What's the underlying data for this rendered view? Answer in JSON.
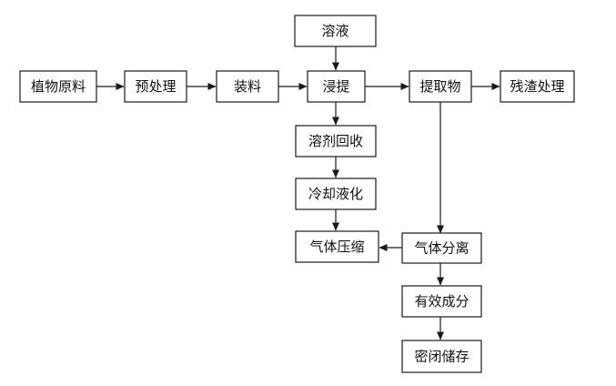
{
  "nodes": {
    "plant_raw_material": "植物原料",
    "pretreatment": "预处理",
    "loading": "装料",
    "solution": "溶液",
    "extraction": "浸提",
    "extract": "提取物",
    "residue_treatment": "残渣处理",
    "solvent_recovery": "溶剂回收",
    "cooling_liquefaction": "冷却液化",
    "gas_compression": "气体压缩",
    "gas_separation": "气体分离",
    "active_ingredients": "有效成分",
    "sealed_storage": "密闭储存"
  },
  "edges": [
    {
      "from": "plant_raw_material",
      "to": "pretreatment"
    },
    {
      "from": "pretreatment",
      "to": "loading"
    },
    {
      "from": "loading",
      "to": "extraction"
    },
    {
      "from": "solution",
      "to": "extraction"
    },
    {
      "from": "extraction",
      "to": "extract"
    },
    {
      "from": "extract",
      "to": "residue_treatment"
    },
    {
      "from": "extraction",
      "to": "solvent_recovery"
    },
    {
      "from": "solvent_recovery",
      "to": "cooling_liquefaction"
    },
    {
      "from": "cooling_liquefaction",
      "to": "gas_compression"
    },
    {
      "from": "extract",
      "to": "gas_separation"
    },
    {
      "from": "gas_separation",
      "to": "gas_compression"
    },
    {
      "from": "gas_separation",
      "to": "active_ingredients"
    },
    {
      "from": "active_ingredients",
      "to": "sealed_storage"
    }
  ]
}
